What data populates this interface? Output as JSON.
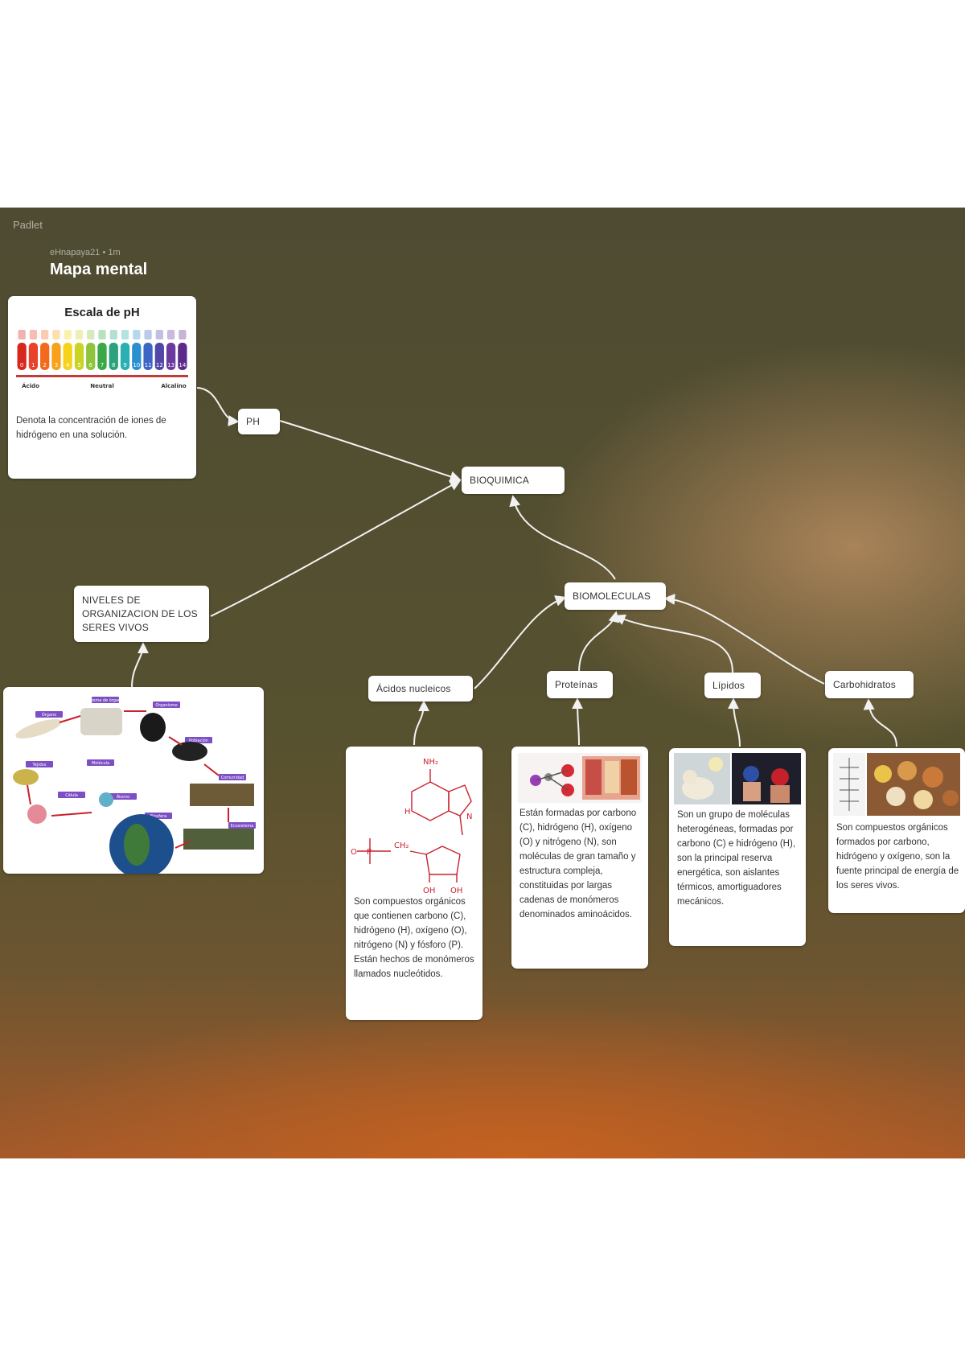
{
  "app": {
    "name": "Padlet"
  },
  "header": {
    "author": "eHnapaya21 • 1m",
    "title": "Mapa mental"
  },
  "nodes": {
    "ph": {
      "label": "PH"
    },
    "bioquimica": {
      "label": "BIOQUIMICA"
    },
    "niveles": {
      "label": "NIVELES DE ORGANIZACION DE LOS SERES VIVOS"
    },
    "biomoleculas": {
      "label": "BIOMOLECULAS"
    },
    "acidos": {
      "label": "Ácidos nucleicos"
    },
    "proteinas": {
      "label": "Proteínas"
    },
    "lipidos": {
      "label": "Lípidos"
    },
    "carbohidratos": {
      "label": "Carbohidratos"
    }
  },
  "cards": {
    "ph": {
      "image_title": "Escala de pH",
      "scale_labels": [
        "Ácido",
        "Neutral",
        "Alcalino"
      ],
      "numbers": [
        "0",
        "1",
        "2",
        "3",
        "4",
        "5",
        "6",
        "7",
        "8",
        "9",
        "10",
        "11",
        "12",
        "13",
        "14"
      ],
      "colors": [
        "#d7261e",
        "#e8432a",
        "#f26b1d",
        "#f8a11b",
        "#f6d31a",
        "#c9d524",
        "#8cc43c",
        "#3aa845",
        "#2aa27b",
        "#2ab0b2",
        "#2a8fd0",
        "#3b66c4",
        "#5247a8",
        "#6b3a9e",
        "#5b2a8a"
      ],
      "caption": "Denota la concentración de iones de hidrógeno en una solución."
    },
    "niveles": {
      "tags": [
        "Órgano",
        "Sistema de órganos",
        "Organismo",
        "Población",
        "Tejidos",
        "Molécula",
        "Átomo",
        "Célula",
        "Comunidad",
        "Ecosistema",
        "Biosfera"
      ]
    },
    "acidos": {
      "formula": {
        "nh2": "NH₂",
        "oh1": "OH",
        "oh2": "OH",
        "ch2": "CH₂",
        "p": "P",
        "o": "O",
        "h": "H",
        "n": "N"
      },
      "text": "Son compuestos orgánicos que contienen carbono (C), hidrógeno (H), oxígeno (O), nitrógeno (N) y fósforo (P). Están hechos de monómeros llamados nucleótidos."
    },
    "proteinas": {
      "text": "Están formadas por carbono (C), hidrógeno (H), oxígeno (O) y nitrógeno (N), son moléculas de gran tamaño y estructura compleja, constituidas por largas cadenas de monómeros denominados aminoácidos."
    },
    "lipidos": {
      "text": "Son un grupo de moléculas heterogéneas, formadas por carbono (C) e hidrógeno (H), son la principal reserva energética, son aislantes térmicos, amortiguadores mecánicos."
    },
    "carbohidratos": {
      "text": "Son compuestos orgánicos formados por carbono, hidrógeno y oxígeno, son la fuente principal de energía de los seres vivos."
    }
  },
  "colors": {
    "tag": "#7d4fc4",
    "formula": "#c8202c",
    "connector": "#f2f2f2"
  }
}
